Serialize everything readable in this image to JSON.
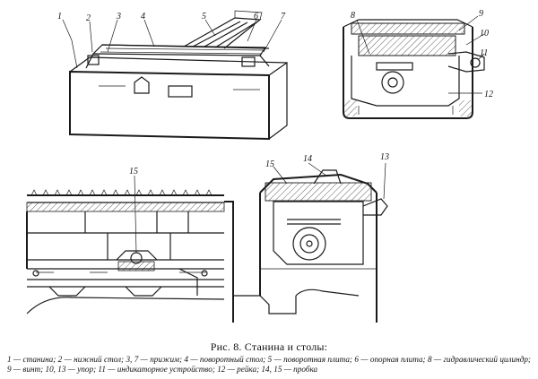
{
  "caption": "Рис. 8. Станина и столы:",
  "legend_text": "1 — станина; 2 — нижний стол; 3, 7 — прижим; 4 — поворотный стол; 5 — поворотная плита; 6 — опорная плита; 8 — гидравлический цилиндр; 9 — винт; 10, 13 — упор; 11 — индикаторное устройство; 12 — рейка; 14, 15 — пробка",
  "callouts": [
    "1",
    "2",
    "3",
    "4",
    "5",
    "6",
    "7",
    "8",
    "9",
    "10",
    "11",
    "12",
    "13",
    "14",
    "15",
    "15"
  ]
}
